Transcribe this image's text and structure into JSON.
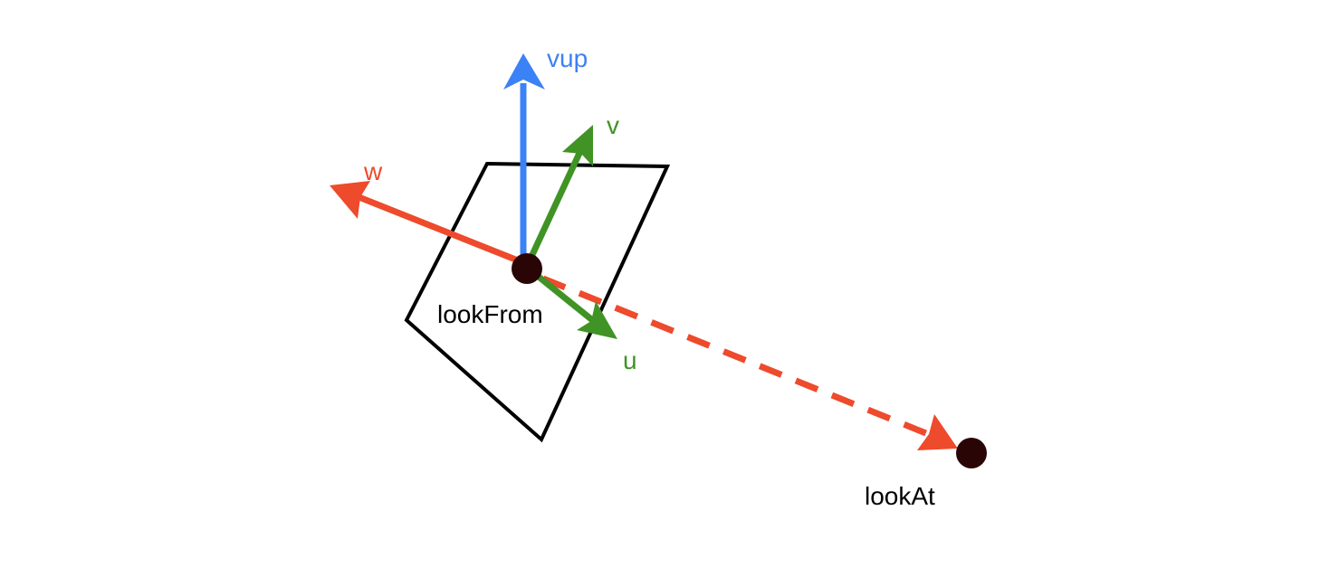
{
  "labels": {
    "vup": "vup",
    "v": "v",
    "w": "w",
    "u": "u",
    "look_from": "lookFrom",
    "look_at": "lookAt"
  },
  "colors": {
    "vup": "#3b82f6",
    "uv": "#3f9425",
    "w": "#ee4a2c",
    "points": "#2a0505",
    "plane": "#000000",
    "text": "#000000"
  }
}
